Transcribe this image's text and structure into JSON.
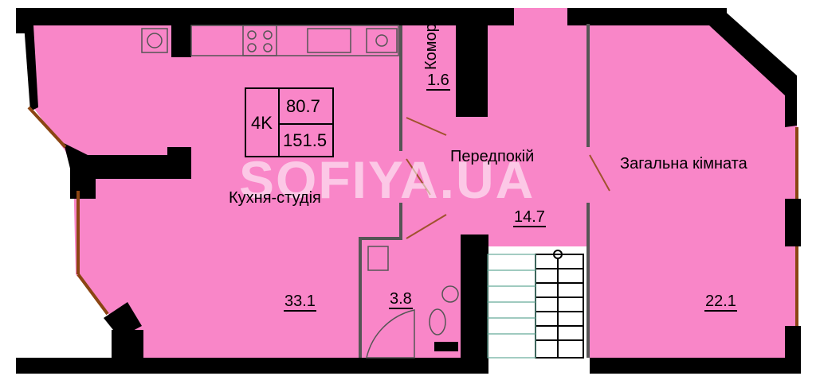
{
  "plan": {
    "apartment_type": "4K",
    "living_area": "80.7",
    "total_area": "151.5",
    "watermark": "SOFIYA.UA",
    "colors": {
      "floor": "#f986c8",
      "wall": "#000000",
      "window_frame": "#8b4513",
      "door_swing": "#a0522d"
    },
    "rooms": [
      {
        "name": "Кухня-студія",
        "area": "33.1"
      },
      {
        "name": "Комора",
        "area": "1.6"
      },
      {
        "name": "Передпокій",
        "area": "14.7"
      },
      {
        "name": "Загальна кімната",
        "area": "22.1"
      },
      {
        "name": "",
        "area": "3.8"
      }
    ]
  }
}
